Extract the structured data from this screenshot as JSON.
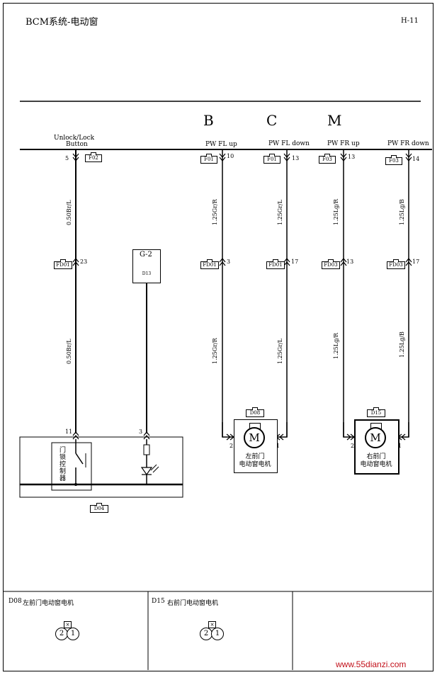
{
  "header": {
    "title": "BCM系统-电动窗",
    "page_id": "H-11"
  },
  "sections": [
    "B",
    "C",
    "M"
  ],
  "bus_labels": {
    "unlock_lock": "Unlock/Lock",
    "button": "Button",
    "pw_fl_up": "PW FL up",
    "pw_fl_down": "PW FL down",
    "pw_fr_up": "PW FR up",
    "pw_fr_down": "PW FR down"
  },
  "top_connectors": {
    "c1": {
      "name": "F02",
      "pin": "5"
    },
    "c2": {
      "name": "F01",
      "pin": "10"
    },
    "c3": {
      "name": "F01",
      "pin": "13"
    },
    "c4": {
      "name": "F03",
      "pin": "13"
    },
    "c5": {
      "name": "F03",
      "pin": "14"
    }
  },
  "mid_connectors": {
    "c1": {
      "name": "FD01",
      "pin": "23"
    },
    "c2": {
      "name": "FD01",
      "pin": "3"
    },
    "c3": {
      "name": "FD01",
      "pin": "17"
    },
    "c4": {
      "name": "FD03",
      "pin": "13"
    },
    "c5": {
      "name": "FD03",
      "pin": "17"
    }
  },
  "wire_labels": {
    "w1_top": "0.50Br/L",
    "w1_bot": "0.50Br/L",
    "w2_top": "1.25Gr/R",
    "w2_bot": "1.25Gr/R",
    "w3_top": "1.25Gr/L",
    "w3_bot": "1.25Gr/L",
    "w4_top": "1.25Lg/R",
    "w4_bot": "1.25Lg/R",
    "w5_top": "1.25Lg/B",
    "w5_bot": "1.25Lg/B"
  },
  "ground": {
    "name": "G-2",
    "connector": "D13"
  },
  "door_switch": {
    "label": "门锁控制器",
    "pin_a": "11",
    "pin_b": "3",
    "connector": "D04"
  },
  "motors": {
    "left": {
      "connector": "D08",
      "symbol": "M",
      "line1": "左前门",
      "line2": "电动窗电机",
      "pin_l": "2",
      "pin_r": "1"
    },
    "right": {
      "connector": "D15",
      "symbol": "M",
      "line1": "右前门",
      "line2": "电动窗电机",
      "pin_l": "2",
      "pin_r": "1"
    }
  },
  "legend": {
    "d08": {
      "code": "D08",
      "desc": "左前门电动窗电机",
      "p2": "2",
      "p1": "1"
    },
    "d15": {
      "code": "D15",
      "desc": "右前门电动窗电机",
      "p2": "2",
      "p1": "1"
    }
  },
  "watermark": "www.55dianzi.com"
}
